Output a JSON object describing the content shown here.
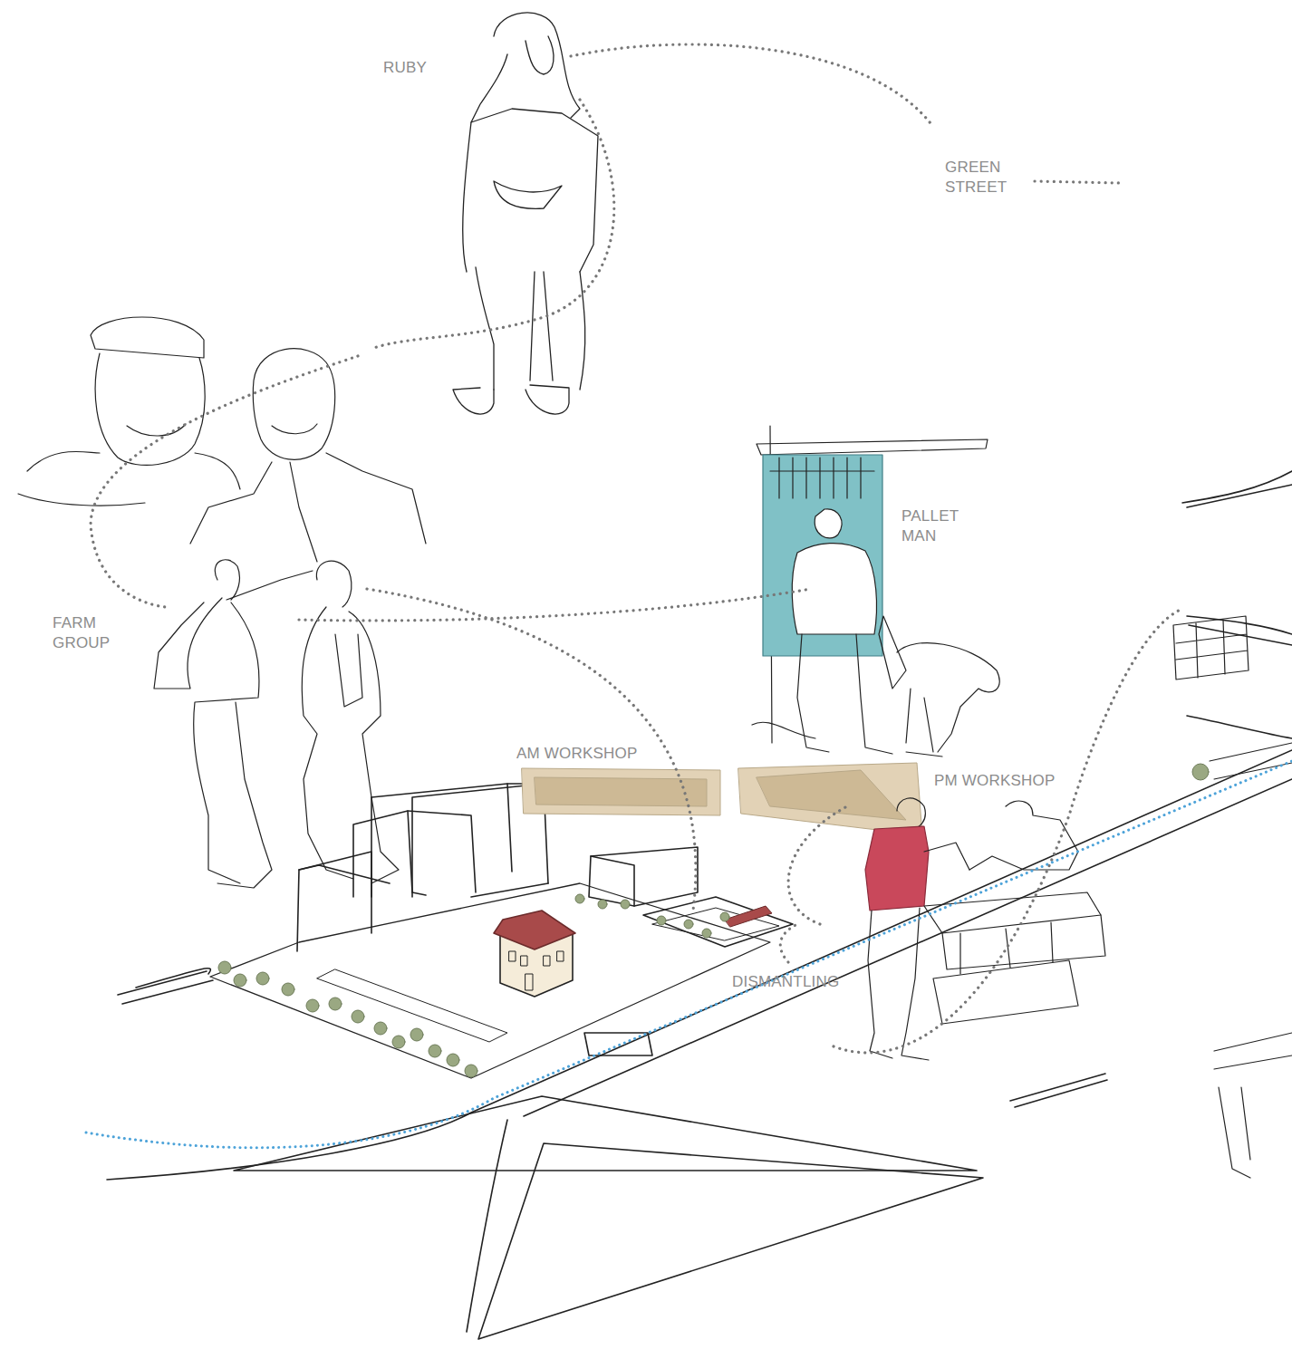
{
  "diagram": {
    "labels": [
      "RUBY",
      "GREEN STREET",
      "FARM GROUP",
      "PALLET MAN",
      "AM WORKSHOP",
      "PM WORKSHOP",
      "DISMANTLING"
    ]
  }
}
